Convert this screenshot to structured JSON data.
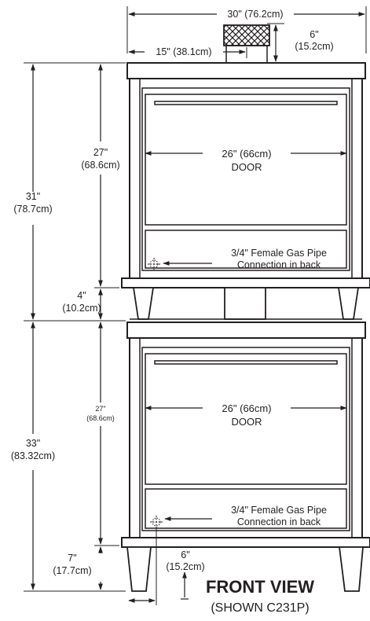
{
  "title": "FRONT VIEW",
  "subtitle": "(SHOWN C231P)",
  "dimensions": {
    "overall_width": "30\" (76.2cm)",
    "flue_offset": "15\" (38.1cm)",
    "flue_height_in": "6\"",
    "flue_height_cm": "(15.2cm)",
    "upper_section_height_in": "31\"",
    "upper_section_height_cm": "(78.7cm)",
    "upper_door_height_in": "27\"",
    "upper_door_height_cm": "(68.6cm)",
    "upper_door_width_in": "26\" (66cm)",
    "upper_door_width_label": "DOOR",
    "spacer_height_in": "4\"",
    "spacer_height_cm": "(10.2cm)",
    "lower_section_height_in": "33\"",
    "lower_section_height_cm": "(83.32cm)",
    "lower_door_height_in": "27\"",
    "lower_door_height_cm": "(68.6cm)",
    "lower_door_width_in": "26\" (66cm)",
    "lower_door_width_label": "DOOR",
    "leg_height_in": "7\"",
    "leg_height_cm": "(17.7cm)",
    "gas_offset_in": "6\"",
    "gas_offset_cm": "(15.2cm)"
  },
  "callouts": {
    "upper_gas_line1": "3/4\" Female Gas Pipe",
    "upper_gas_line2": "Connection in back",
    "lower_gas_line1": "3/4\" Female Gas Pipe",
    "lower_gas_line2": "Connection in back"
  }
}
